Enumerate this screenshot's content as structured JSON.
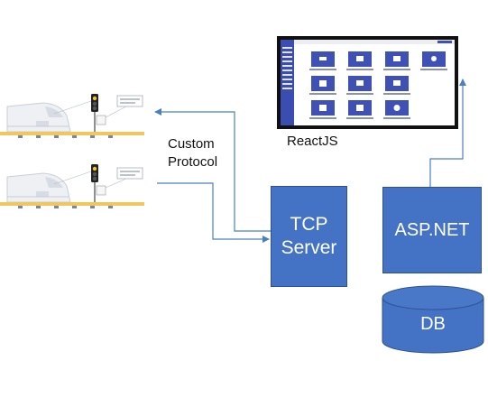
{
  "labels": {
    "custom_protocol_line1": "Custom",
    "custom_protocol_line2": "Protocol",
    "reactjs": "ReactJS"
  },
  "boxes": {
    "tcp_line1": "TCP",
    "tcp_line2": "Server",
    "aspnet": "ASP.NET",
    "db": "DB"
  },
  "colors": {
    "box_fill": "#4472c4",
    "box_border": "#2f528f",
    "arrow": "#4a7fc1",
    "monitor_frame": "#111111",
    "app_sidebar": "#3b4db1",
    "app_tile": "#3f51b5"
  },
  "icons": {
    "train_top": "train-with-signal",
    "train_bottom": "train-with-signal",
    "app_screen": "react-dashboard-screenshot"
  }
}
